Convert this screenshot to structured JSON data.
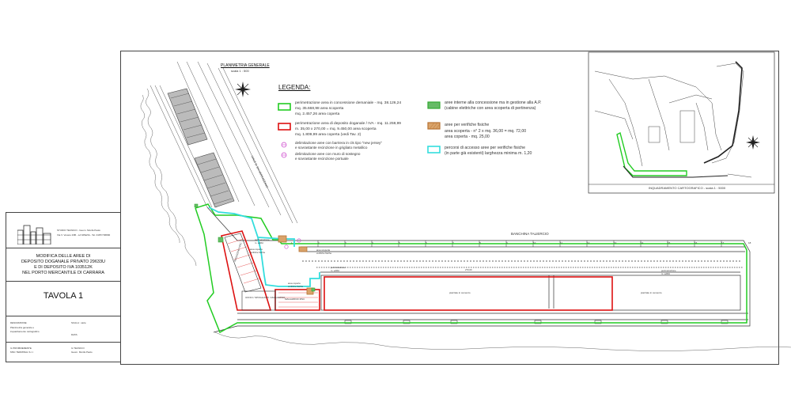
{
  "plan": {
    "title": "PLANIMETRIA GENERALE",
    "scale": "scala 1 : 500"
  },
  "legend": {
    "heading": "LEGENDA:",
    "items": [
      {
        "lines": [
          "perimetrazione area in concessione demaniale - mq. 38.126,24",
          "mq. 35.668,98 area scoperta",
          "mq.   2.457,26 area coperta"
        ],
        "color": "#22cc22"
      },
      {
        "lines": [
          "perimetrazione area di deposito doganale / IVA - mq. 11.259,99",
          "m. 35,00 x 270,00 = mq. 9.450,00 area scoperta",
          "mq. 1.809,99 area coperta (vedi Tav. 2)"
        ],
        "color": "#dd1111"
      },
      {
        "lines": [
          "delimitazione aree con barriera in cls tipo \"new jersey\"",
          "e sovrastante recinzione in grigliato metallico"
        ],
        "color": "#cc44cc"
      },
      {
        "lines": [
          "delimitazione aree con muro di sostegno",
          "e sovrastante recinzione portuale"
        ],
        "color": "#cc44cc"
      },
      {
        "lines": [
          "aree interne alla concessione ma in gestione alla A.P.",
          "(cabine elettriche con area scoperta di pertinenza)"
        ],
        "color": "#33aa33"
      },
      {
        "lines": [
          "aree per verifiche fisiche",
          "area scoperta - n° 2 x mq. 36,00 = mq. 72,00",
          "area coperta    - mq. 25,00"
        ],
        "color": "#b87333"
      },
      {
        "lines": [
          "percorsi di accesso aree per verifiche fisiche",
          "(in parte già esistenti) larghezza minima m. 1,20"
        ],
        "color": "#33dddd"
      }
    ]
  },
  "titleblock": {
    "studio_line1": "STUDIO TECNICO - Geom. Monfa Paolo",
    "studio_line2": "Via V. Veneto 23B - LA SPEZIA - Tel. 0187/736800",
    "subject_lines": [
      "MODIFICA DELLE AREE DI",
      "DEPOSITO DOGANALE PRIVATO 29633U",
      "E DI DEPOSITO IVA 103512K",
      "NEL PORTO MERCANTILE DI CARRARA"
    ],
    "sheet": "TAVOLA 1",
    "desc_label": "DESCRIZIONE:",
    "desc_lines": [
      "Planimetria generale e",
      "inquadramento cartografico"
    ],
    "scale_label": "SCALA : varie",
    "date_label": "DATA:",
    "owner_label": "IL PROMMERENTE",
    "owner_name": "MSC TERMINAL S.r.l.",
    "tech_label": "IL TECNICO",
    "tech_name": "Geom. Monfa Paolo"
  },
  "labels": {
    "quay": "BANCHINA TALIERCIO",
    "road": "VIALE G. DA VERRAZZANO",
    "magazzino1": "MAGAZZINO MSC",
    "ufficio": "UFFICI / SPOGLIATOI / MAGAZZINO",
    "magazzino2": "MAGAZZINO MSC",
    "piazzale1": "piazzale in cemento",
    "piazzale2": "piazzale in cemento",
    "perim1": "perimetrazione",
    "perim1b": "m. edifici",
    "perim2": "perimetrazione",
    "perim2b": "m. edifici",
    "verifica1": "area coperta",
    "verifica1b": "verifiche fisiche",
    "verifica2": "area scoperta",
    "verifica2b": "verifiche fisiche",
    "verifica3": "area coperta",
    "verifica3b": "verifiche fisiche",
    "dim": "270,00"
  },
  "inset": {
    "caption": "INQUADRAMENTO CARTOGRAFICO - scala 1 : 5000"
  },
  "bitt_numbers": [
    "1",
    "2",
    "3",
    "4",
    "5",
    "6",
    "7",
    "8",
    "9",
    "10",
    "11",
    "12",
    "13",
    "14",
    "15",
    "16",
    "17",
    "18"
  ],
  "colors": {
    "green": "#22cc22",
    "red": "#dd1111",
    "cyan": "#33dddd",
    "magenta": "#cc44cc",
    "brown": "#b87333"
  }
}
